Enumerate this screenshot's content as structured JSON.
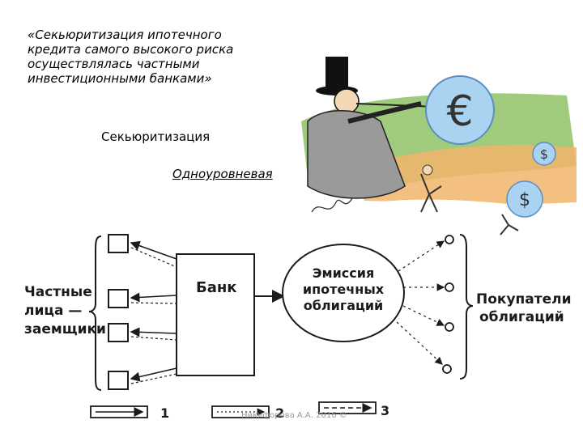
{
  "quote": {
    "lines": [
      "«Секьюритизация ипотечного",
      "кредита самого высокого риска",
      "осуществлялась частными",
      "инвестиционными банками»"
    ]
  },
  "labels": {
    "securitization": "Секьюритизация",
    "one_level": "Одноуровневая"
  },
  "cartoon": {
    "currency_symbol": "€",
    "dollar_symbol": "$"
  },
  "diagram": {
    "borrowers": [
      "Частные",
      "лица —",
      "заемщики"
    ],
    "bank": "Банк",
    "emission": [
      "Эмиссия",
      "ипотечных",
      "облигаций"
    ],
    "buyers": [
      "Покупатели",
      "облигаций"
    ],
    "legend": [
      "1",
      "2",
      "3"
    ]
  },
  "footer": "Никифорова А.А. 2016 ©",
  "colors": {
    "ink": "#1b1b1b",
    "bubble": "#a9d3f1",
    "grass": "#7fb85a",
    "sand": "#f2b56b"
  }
}
